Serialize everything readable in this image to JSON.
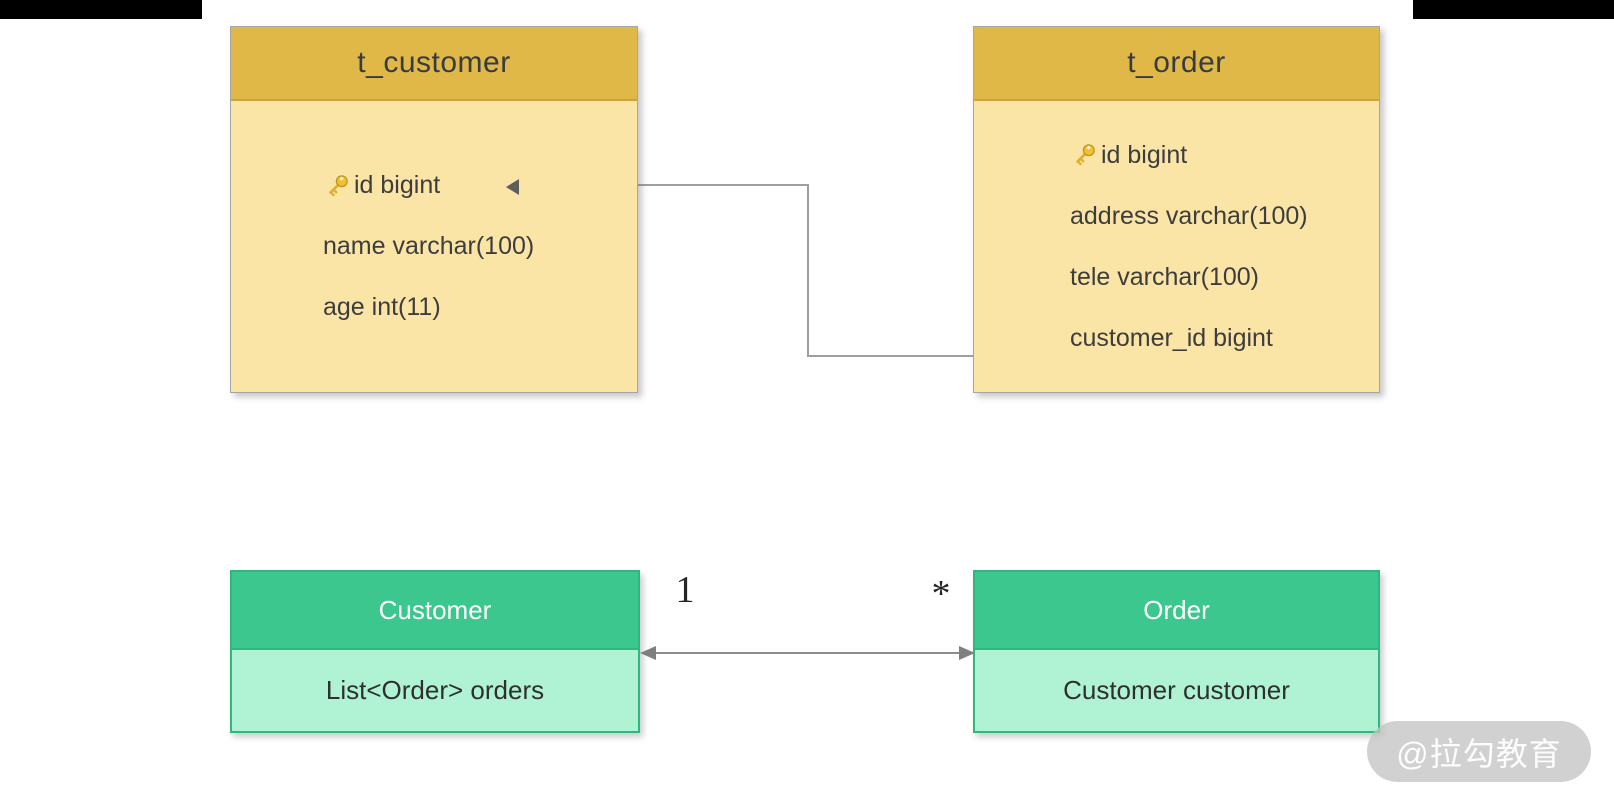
{
  "canvas": {
    "watermark": "@拉勾教育"
  },
  "er_diagram": {
    "tables": [
      {
        "name": "t_customer",
        "fields": [
          {
            "label": "id bigint",
            "primary_key": true
          },
          {
            "label": "name varchar(100)",
            "primary_key": false
          },
          {
            "label": "age int(11)",
            "primary_key": false
          }
        ]
      },
      {
        "name": "t_order",
        "fields": [
          {
            "label": "id bigint",
            "primary_key": true
          },
          {
            "label": "address varchar(100)",
            "primary_key": false
          },
          {
            "label": "tele varchar(100)",
            "primary_key": false
          },
          {
            "label": "customer_id bigint",
            "primary_key": false
          }
        ]
      }
    ]
  },
  "class_diagram": {
    "classes": [
      {
        "name": "Customer",
        "attribute": "List<Order> orders"
      },
      {
        "name": "Order",
        "attribute": "Customer customer"
      }
    ],
    "association": {
      "from_multiplicity": "1",
      "to_multiplicity": "*"
    }
  },
  "colors": {
    "table_header_gold": "#dfb847",
    "table_body_yellow": "#fae5a6",
    "class_header_green": "#3cc78e",
    "class_body_green": "#aff3d4",
    "class_border_green": "#2db87f",
    "connector_gray": "#9e9e9e"
  }
}
